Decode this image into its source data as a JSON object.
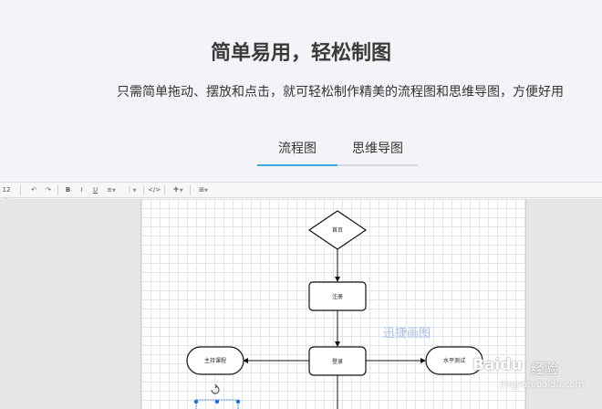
{
  "hero": {
    "title": "简单易用，轻松制图",
    "subtitle": "只需简单拖动、摆放和点击，就可轻松制作精美的流程图和思维导图，方便好用"
  },
  "tabs": [
    {
      "label": "流程图",
      "active": true
    },
    {
      "label": "思维导图",
      "active": false
    }
  ],
  "toolbar": {
    "font_size": "12",
    "bold": "B",
    "italic": "I",
    "underline": "U",
    "code": "</>",
    "insert": "+"
  },
  "flowchart": {
    "nodes": {
      "home": "首页",
      "register": "注册",
      "login": "登录",
      "left": "主持课程",
      "right": "水平测试"
    }
  },
  "watermarks": {
    "app": "迅捷画图",
    "brand": "Baidu",
    "brand_cn": "经验",
    "url": "jingyan.baidu.com"
  },
  "colors": {
    "accent": "#3fa9dc",
    "selection": "#1e6fd9"
  }
}
